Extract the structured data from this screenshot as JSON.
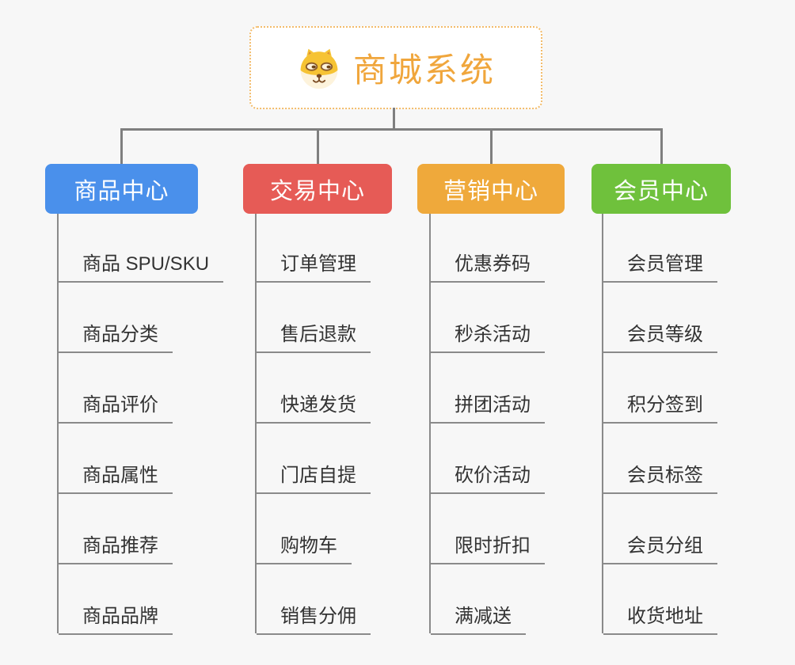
{
  "page": {
    "background_color": "#f7f7f7",
    "connector_color": "#7f7f7f",
    "child_line_color": "#8a8a8a",
    "child_text_color": "#333333"
  },
  "root": {
    "title": "商城系统",
    "icon": "dog-face-icon",
    "text_color": "#f0a63c",
    "border_color": "#f3bc6b",
    "background": "#ffffff"
  },
  "branches": [
    {
      "label": "商品中心",
      "color": "#4a90eb",
      "children": [
        "商品 SPU/SKU",
        "商品分类",
        "商品评价",
        "商品属性",
        "商品推荐",
        "商品品牌"
      ]
    },
    {
      "label": "交易中心",
      "color": "#e65b56",
      "children": [
        "订单管理",
        "售后退款",
        "快递发货",
        "门店自提",
        "购物车",
        "销售分佣"
      ]
    },
    {
      "label": "营销中心",
      "color": "#efa93b",
      "children": [
        "优惠券码",
        "秒杀活动",
        "拼团活动",
        "砍价活动",
        "限时折扣",
        "满减送"
      ]
    },
    {
      "label": "会员中心",
      "color": "#6fc13c",
      "children": [
        "会员管理",
        "会员等级",
        "积分签到",
        "会员标签",
        "会员分组",
        "收货地址"
      ]
    }
  ]
}
